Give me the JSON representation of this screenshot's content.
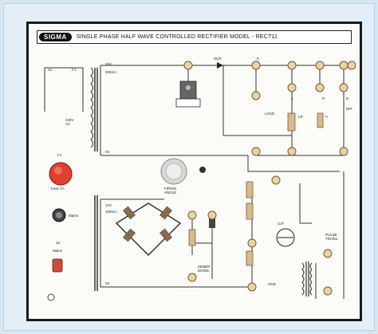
{
  "board": {
    "logo_text": "SIGMA",
    "title": "SINGLE PHASE HALF WAVE CONTROLLED RECTIFIER  MODEL - RECT11"
  },
  "labels": {
    "s1": "S1",
    "f1": "F1",
    "mains_voltage": "230V\nAC",
    "v30": "30V",
    "ma200": "200mA",
    "v0_top": "0V",
    "scr_label": "SCR",
    "k": "K",
    "load": "LOAD",
    "l": "L",
    "lr": "LR",
    "r": "R",
    "v_lr": "V",
    "diode": "D",
    "dp": "DIP",
    "fuse": "F1",
    "fuse_caption": "Fuse 1A",
    "mains_ind": "Mains",
    "s2": "S2",
    "mains_sw": "Mains",
    "v12": "12V",
    "ma100": "100mA",
    "v0_bot": "0V",
    "firing": "FIRING\nANGLE",
    "pulse_tx": "PULSE\nTRANS",
    "zener": "ZENER\nDIODE",
    "ujt": "UJT",
    "gnd": "GND"
  }
}
